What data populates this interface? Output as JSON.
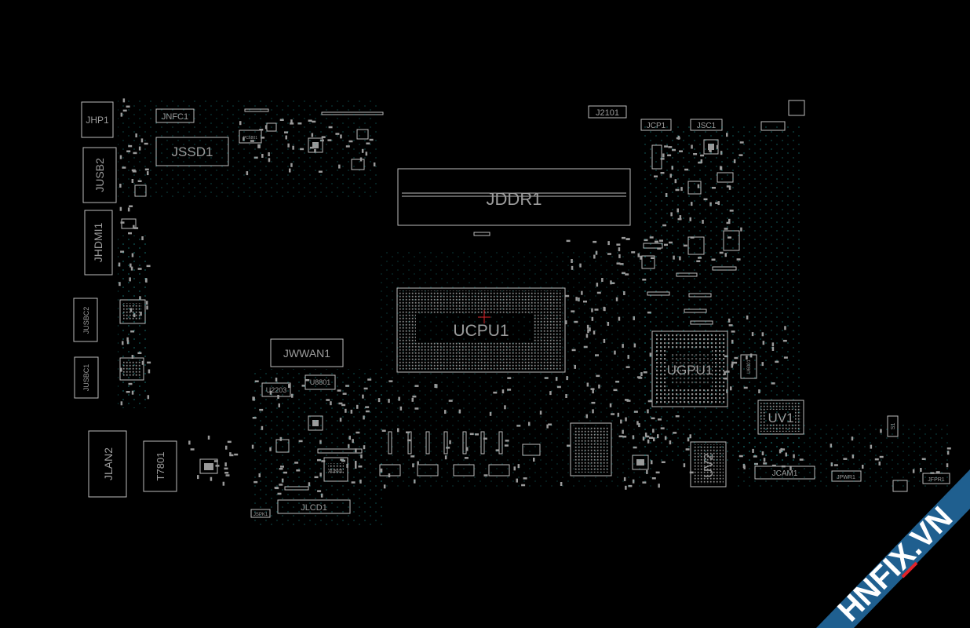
{
  "board": {
    "labels": {
      "jhp1": "JHP1",
      "jnfc1": "JNFC1",
      "jssd1": "JSSD1",
      "j2101": "J2101",
      "jcp1": "JCP1",
      "jsc1": "JSC1",
      "jusb2": "JUSB2",
      "jhdmi1": "JHDMI1",
      "jddr1": "JDDR1",
      "jusbc2": "JUSBC2",
      "jusbc1": "JUSBC1",
      "ucpu1": "UCPU1",
      "ugpu1": "UGPU1",
      "jwwan1": "JWWAN1",
      "u2203": "U2203",
      "u8801": "U8801",
      "uv1": "UV1",
      "uv2": "UV2",
      "jlan2": "JLAN2",
      "t7801": "T7801",
      "jlcd1": "JLCD1",
      "jspk1": "JSPK1",
      "jcam1": "JCAM1",
      "jpwr1": "JPWR1",
      "jfpr1": "JFPR1",
      "s1": "S1",
      "pu8601": "PU8601",
      "pc6801": "PC6801",
      "u6001": "U6001"
    },
    "watermark": "HNFIX.VN",
    "colors": {
      "background": "#000000",
      "outline": "#bdbdbd",
      "pad": "#9a9a9a",
      "via": "#1fa3a3",
      "label": "#9c9c9c",
      "watermark_band": "#1f5f8f",
      "watermark_accent": "#e0242a",
      "marker": "#e0242a"
    }
  }
}
